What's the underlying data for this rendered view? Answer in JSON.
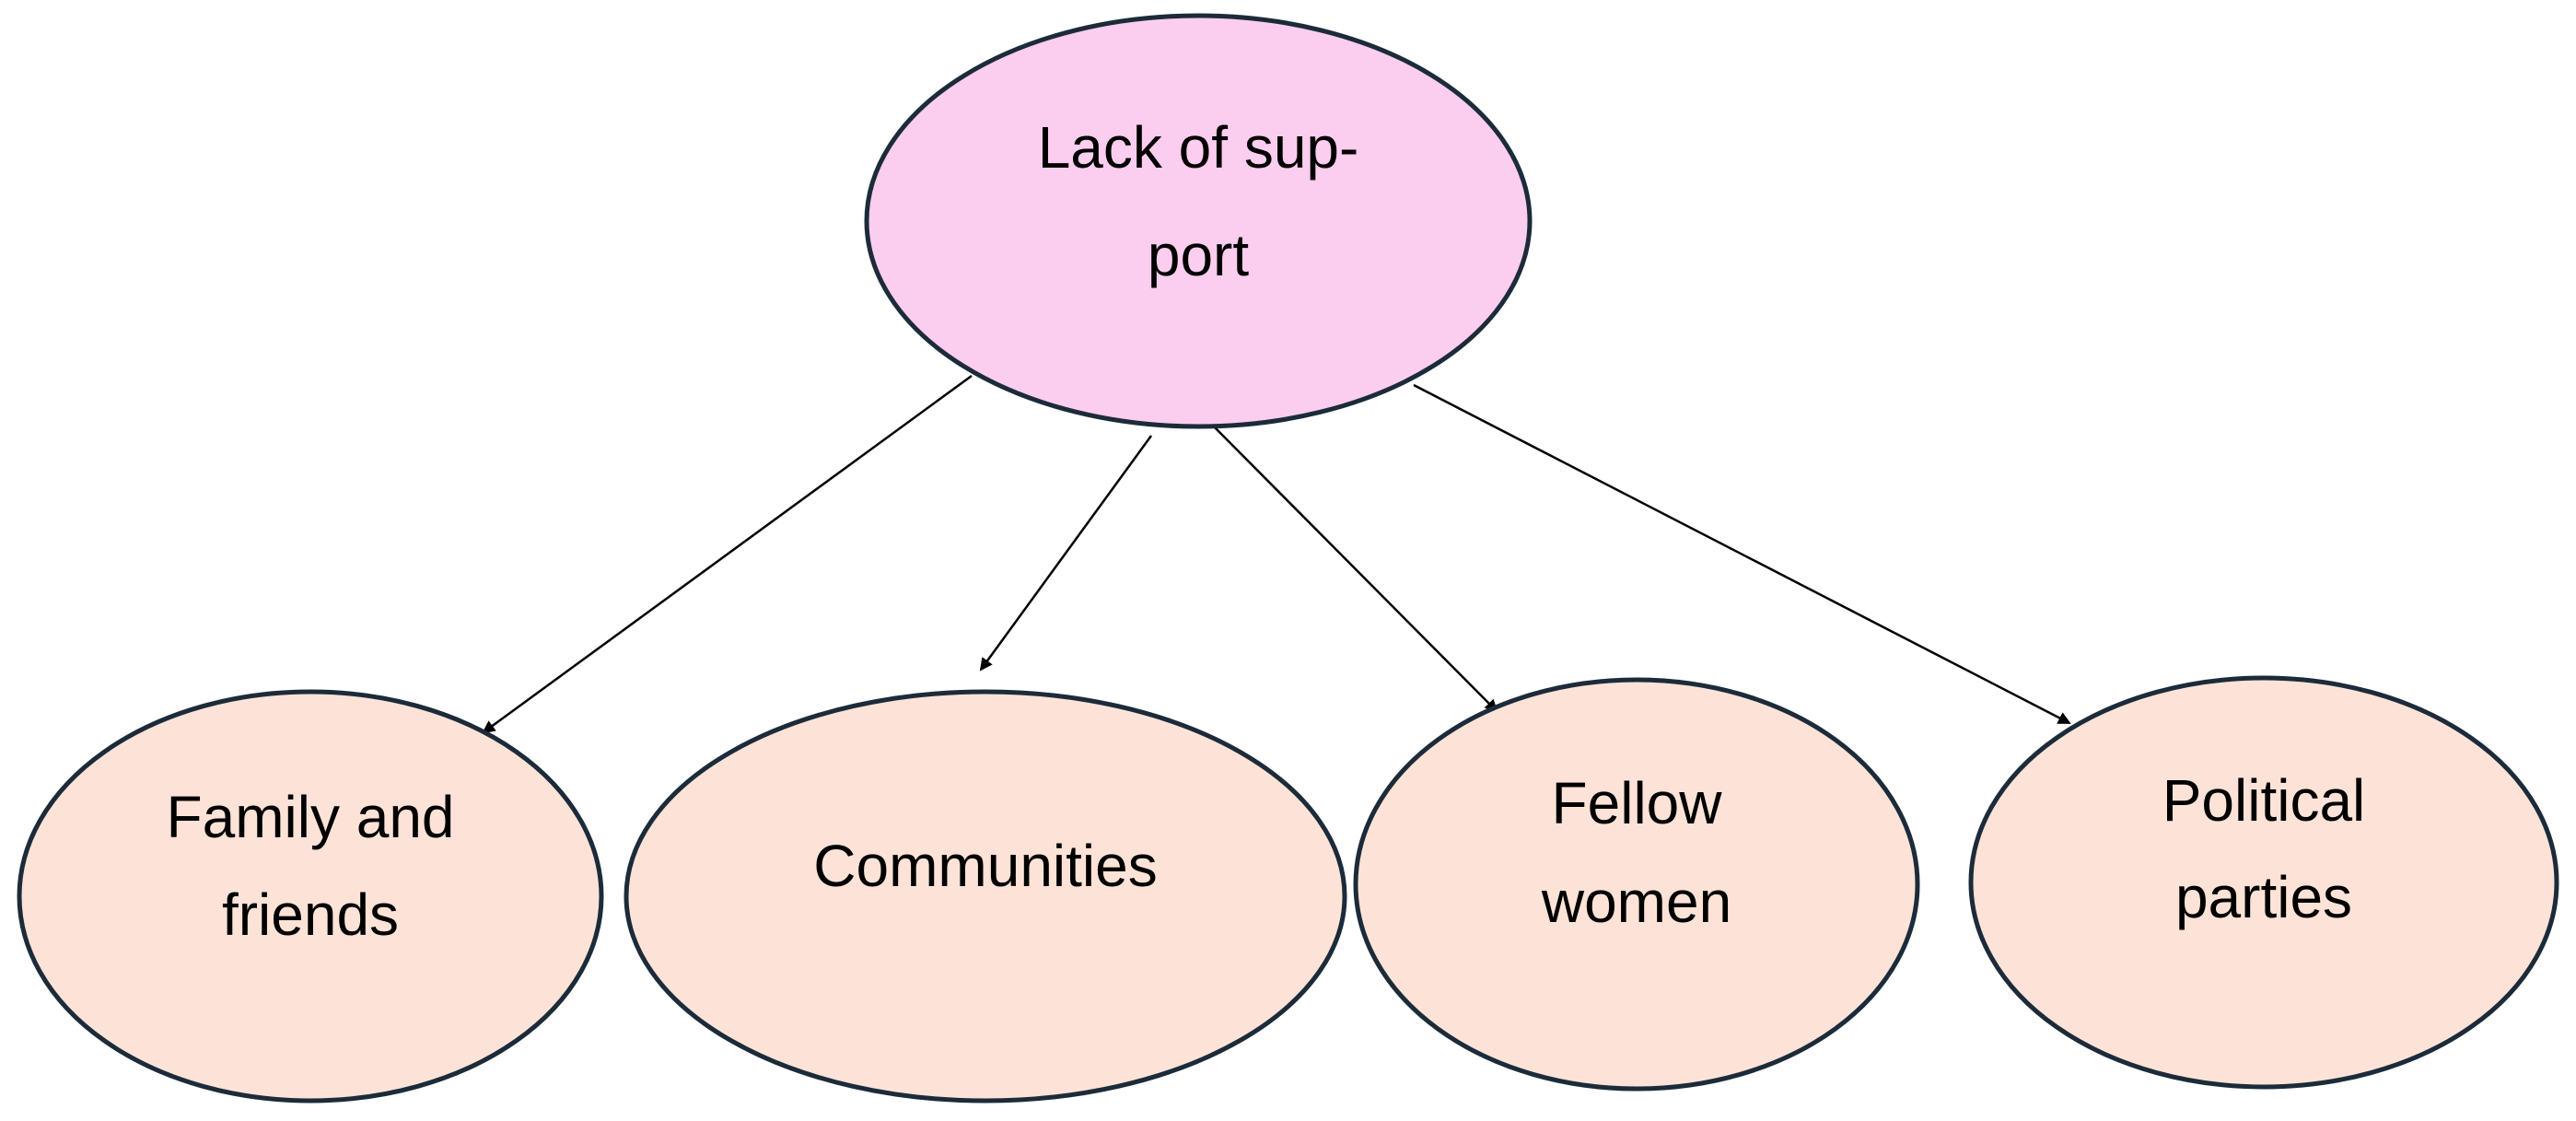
{
  "diagram": {
    "colors": {
      "root_fill": "#fbcdee",
      "child_fill": "#fde3d7",
      "outline": "#1c2b3a",
      "edge": "#000000"
    },
    "root": {
      "lines": [
        "Lack of sup-",
        "port"
      ]
    },
    "children": [
      {
        "id": "family",
        "lines": [
          "Family and",
          "friends"
        ]
      },
      {
        "id": "communities",
        "lines": [
          "Communities"
        ]
      },
      {
        "id": "women",
        "lines": [
          "Fellow",
          "women"
        ]
      },
      {
        "id": "parties",
        "lines": [
          "Political",
          "parties"
        ]
      }
    ]
  }
}
